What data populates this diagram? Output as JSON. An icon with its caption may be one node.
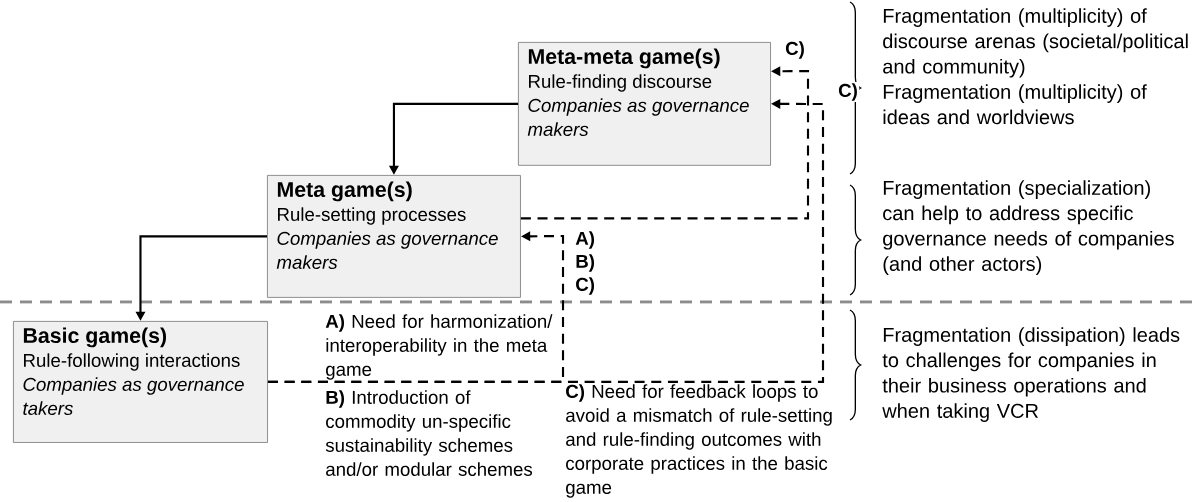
{
  "diagram": {
    "nodes": [
      {
        "text": [
          "Meta-meta game(s)",
          "Rule-finding discourse",
          "Companies as governance makers"
        ]
      },
      {
        "text": [
          "Meta game(s)",
          "Rule-setting processes",
          "Companies as governance makers"
        ]
      },
      {
        "text": [
          "Basic game(s)",
          "Rule-following interactions",
          "Companies as governance takers"
        ]
      }
    ],
    "edges": [
      {
        "from": 0,
        "to": 1,
        "arrow": "to"
      },
      {
        "from": 1,
        "to": 2,
        "arrow": "to"
      },
      {
        "from": 1,
        "to": 0,
        "arrow": "to",
        "style": "dashed",
        "label": "C)"
      },
      {
        "from": 2,
        "to": 0,
        "arrow": "to",
        "style": "dashed",
        "label": "C)"
      },
      {
        "from": 2,
        "to": 1,
        "arrow": "to",
        "style": "dashed"
      }
    ],
    "labels": [
      "Fragmentation (multiplicity) of discourse arenas (societal/political and community)",
      "Fragmentation (multiplicity) of ideas and worldviews",
      "A)",
      "B)",
      "C)",
      "Fragmentation (specialization) can help to address specific governance needs of companies (and other actors)",
      "**A)** Need for harmonization/ interoperability in the meta game",
      "Fragmentation (dissipation) leads to challenges for companies in their business operations and when taking VCR",
      "**B)** Introduction of commodity un-specific sustainability schemes and/or modular schemes",
      "**C)** Need for feedback loops to avoid a mismatch of rule-setting and rule-finding outcomes with corporate practices in the basic game"
    ]
  }
}
